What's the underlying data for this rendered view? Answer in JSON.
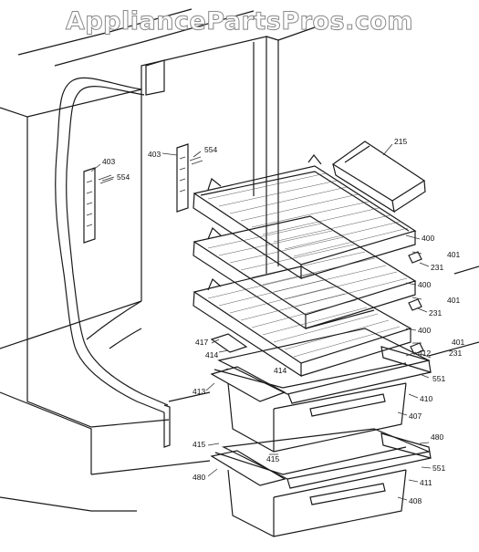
{
  "watermark": "AppliancePartsPros.com",
  "part_labels": {
    "p403a": "403",
    "p554a": "554",
    "p403b": "403",
    "p554b": "554",
    "p215": "215",
    "p400a": "400",
    "p401a": "401",
    "p231a": "231",
    "p400b": "400",
    "p401b": "401",
    "p231b": "231",
    "p400c": "400",
    "p401c": "401",
    "p417": "417",
    "p414a": "414",
    "p412": "412",
    "p231c": "231",
    "p414b": "414",
    "p413": "413",
    "p551a": "551",
    "p410": "410",
    "p407": "407",
    "p480a": "480",
    "p415a": "415",
    "p415b": "415",
    "p551b": "551",
    "p480b": "480",
    "p411": "411",
    "p408": "408"
  }
}
